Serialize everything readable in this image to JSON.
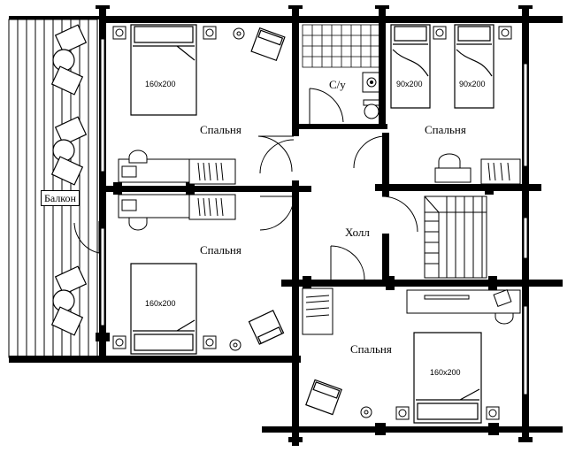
{
  "rooms": {
    "bedroom_top_left": "Спальня",
    "bedroom_top_right": "Спальня",
    "bedroom_middle_left": "Спальня",
    "bedroom_bottom_right": "Спальня",
    "bathroom": "С/у",
    "hall": "Холл",
    "balcony": "Балкон"
  },
  "beds": {
    "double_top_left": "160х200",
    "double_middle_left": "160х200",
    "double_bottom_right": "160х200",
    "single_1": "90х200",
    "single_2": "90х200"
  }
}
